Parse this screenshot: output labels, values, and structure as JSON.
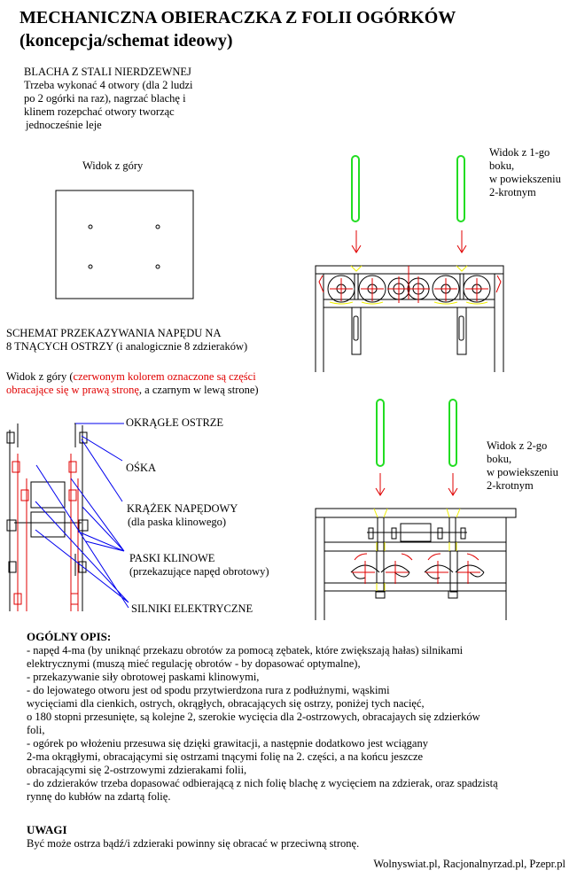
{
  "title": [
    "MECHANICZNA OBIERACZKA Z FOLII OGÓRKÓW",
    "(koncepcja/schemat ideowy)"
  ],
  "plate": {
    "heading": "BLACHA Z STALI NIERDZEWNEJ",
    "lines": [
      "Trzeba wykonać 4 otwory (dla 2 ludzi",
      "po 2 ogórki na raz), nagrzać blachę i",
      "klinem rozepchać otwory tworząc",
      "jednocześnie leje"
    ],
    "view_label": "Widok z góry"
  },
  "side_view_1": [
    "Widok z 1-go",
    "boku,",
    "w powiekszeniu",
    "2-krotnym"
  ],
  "side_view_2": [
    "Widok z 2-go",
    "boku,",
    "w powiekszeniu",
    "2-krotnym"
  ],
  "drive": {
    "heading": [
      "SCHEMAT PRZEKAZYWANIA NAPĘDU NA",
      "8 TNĄCYCH OSTRZY (i analogicznie 8 zdzieraków)"
    ],
    "view_prefix": "Widok z góry (",
    "view_red": "czerwonym kolorem oznaczone są części",
    "view_red2": "obracające się w prawą stronę",
    "view_suffix": ", a czarnym w lewą strone)",
    "labels": {
      "blade": "OKRĄGŁE OSTRZE",
      "axle": "OŚKA",
      "pulley": "KRĄŻEK NAPĘDOWY",
      "pulley_note": "(dla paska klinowego)",
      "belts": "PASKI KLINOWE",
      "belts_note": "(przekazujące napęd obrotowy)",
      "motors": "SILNIKI ELEKTRYCZNE"
    }
  },
  "description": {
    "heading": "OGÓLNY OPIS:",
    "lines": [
      "- napęd 4-ma (by uniknąć przekazu obrotów za pomocą zębatek, które zwiększają hałas) silnikami",
      "elektrycznymi (muszą mieć regulację obrotów - by dopasować optymalne),",
      "- przekazywanie siły obrotowej paskami klinowymi,",
      "- do lejowatego otworu jest od spodu przytwierdzona rura z podłużnymi, wąskimi",
      "wycięciami dla cienkich, ostrych, okrągłych, obracających się ostrzy, poniżej tych nacięć,",
      "o 180 stopni przesunięte, są kolejne 2, szerokie wycięcia dla 2-ostrzowych, obracajaych się zdzierków",
      "foli,",
      "- ogórek po włożeniu przesuwa się dzięki grawitacji, a następnie dodatkowo jest wciągany",
      "2-ma okrągłymi, obracającymi się ostrzami tnącymi folię na 2. części, a na końcu jeszcze",
      "obracającymi się 2-ostrzowymi zdzierakami folii,",
      "- do zdzieraków trzeba dopasować odbierającą  z nich folię blachę z wycięciem na zdzierak, oraz spadzistą",
      "rynnę do kubłów na zdartą folię."
    ]
  },
  "notes": {
    "heading": "UWAGI",
    "text": "Być może ostrza bądź/i zdzieraki powinny się obracać w przeciwną stronę."
  },
  "footer": "Wolnyswiat.pl, Racjonalnyrzad.pl, Pzepr.pl",
  "colors": {
    "red": "#e00000",
    "green": "#22dd22",
    "yellow": "#eeee00",
    "blue": "#0000ee"
  }
}
